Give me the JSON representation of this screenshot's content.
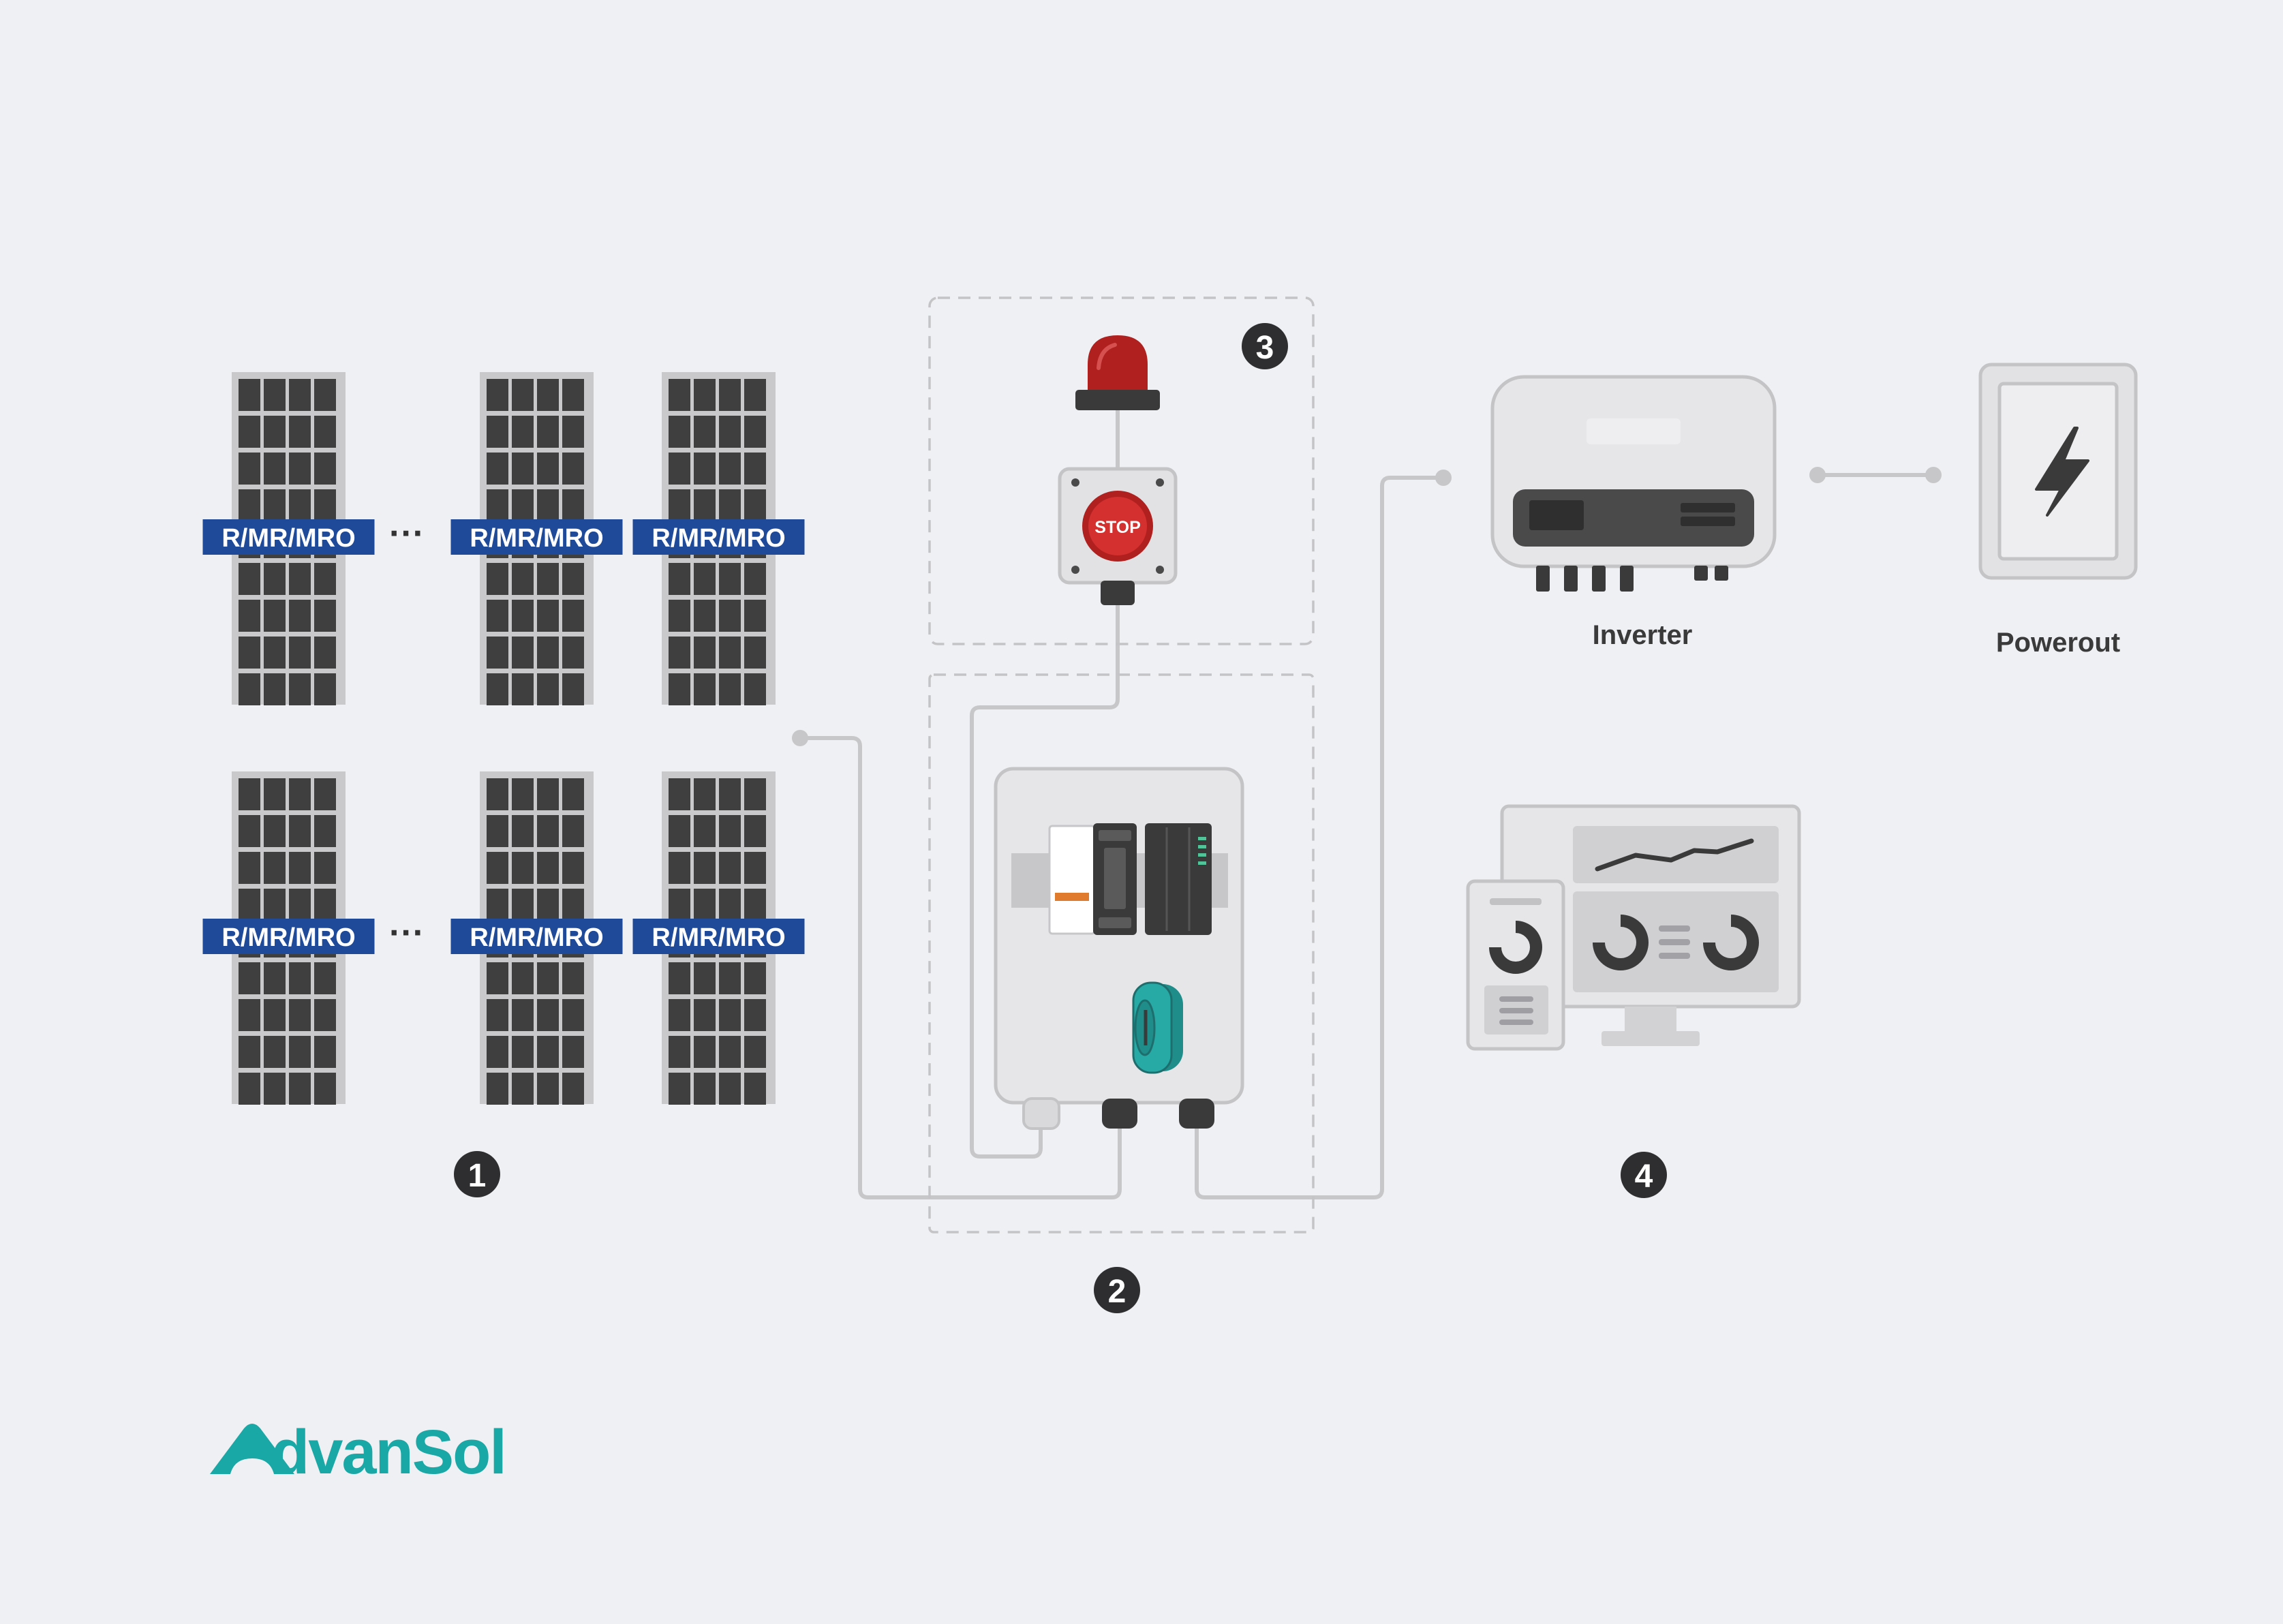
{
  "colors": {
    "background": "#eff0f3",
    "panel_frame": "#c9c9cc",
    "panel_cell": "#3f3f40",
    "label_bg": "#1f4a9a",
    "label_text": "#ffffff",
    "wire": "#c7c7c9",
    "dashed_border": "#c4c4c7",
    "device_body": "#e1e1e4",
    "device_border": "#c4c4c7",
    "dark": "#3a3a3b",
    "beacon": "#b0201f",
    "stop_red": "#d3302f",
    "teal": "#27a9a6",
    "orange": "#e07b2e",
    "logo": "#1aa8a6",
    "step_badge": "#2e2e30"
  },
  "panels": {
    "label": "R/MR/MRO",
    "ellipsis": "···"
  },
  "steps": {
    "s1": "1",
    "s2": "2",
    "s3": "3",
    "s4": "4"
  },
  "stop_button": {
    "label": "STOP"
  },
  "inverter": {
    "label": "Inverter",
    "icon": "inverter-icon"
  },
  "powerout": {
    "label": "Powerout",
    "icon": "lightning-bolt-icon"
  },
  "monitoring": {
    "icon": "monitoring-dashboard-icon"
  },
  "logo": {
    "text": "dvanSol",
    "mark": "A"
  }
}
